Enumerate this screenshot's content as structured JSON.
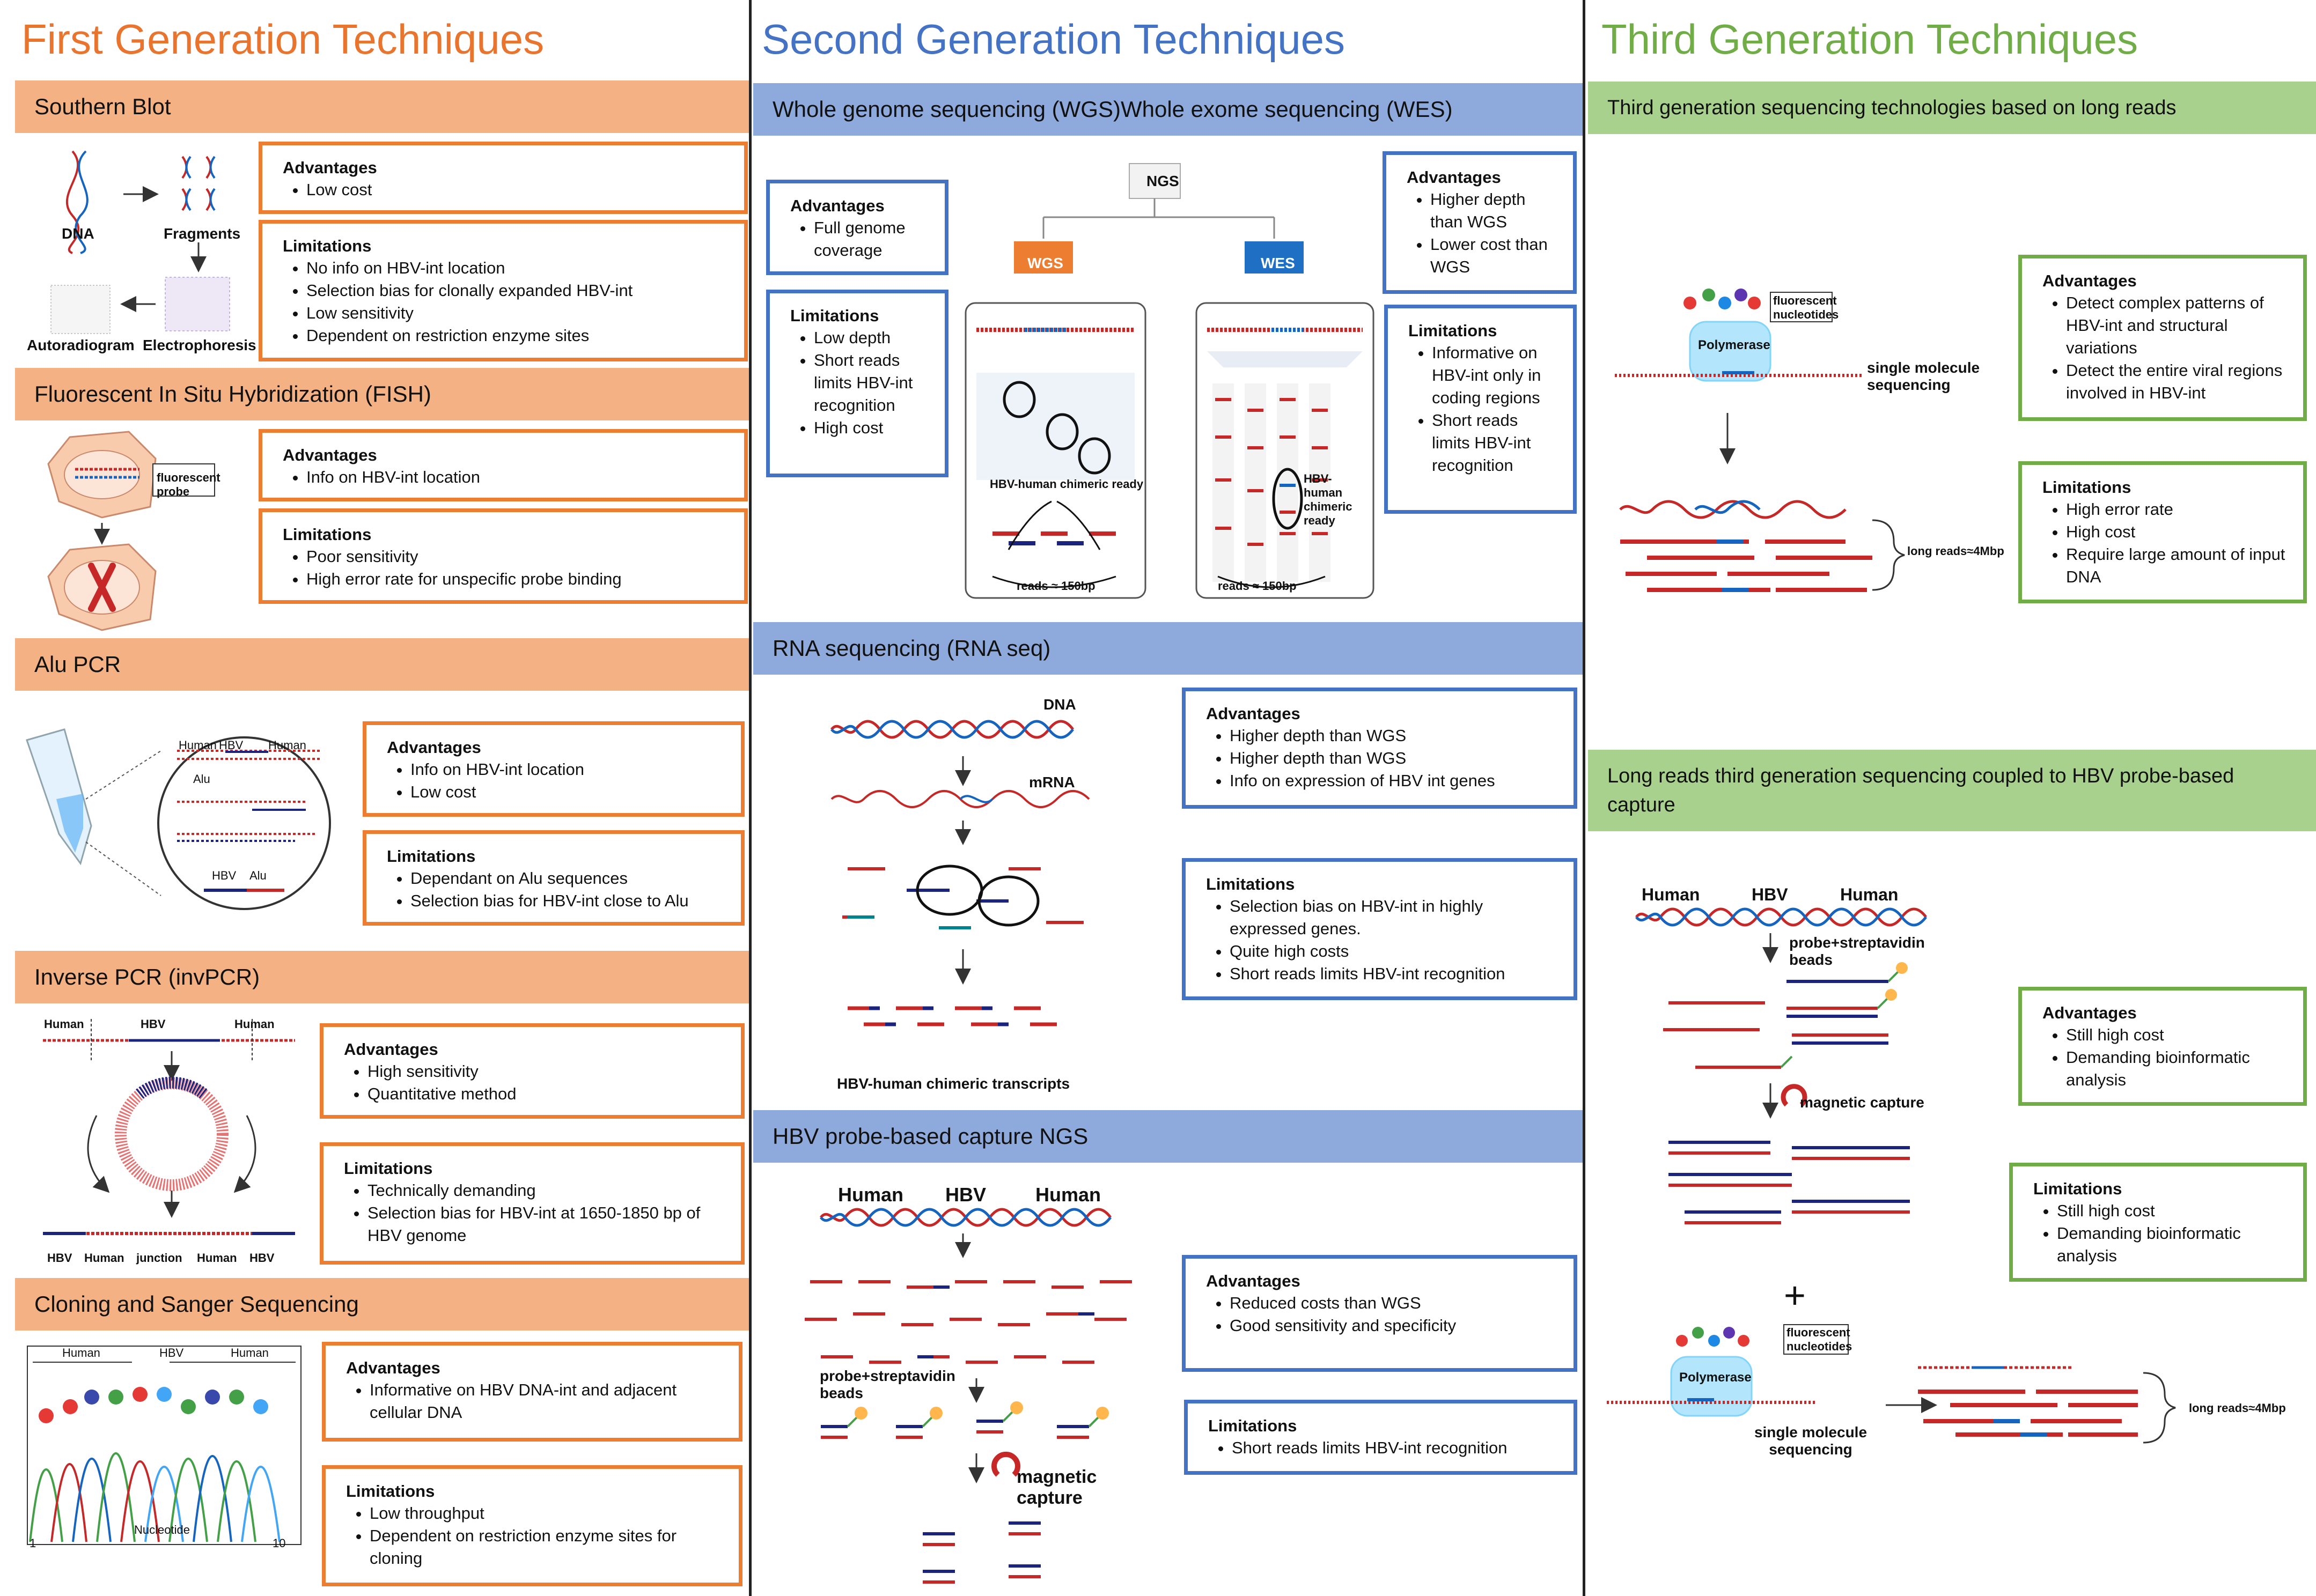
{
  "columns": {
    "first": {
      "title": "First Generation Techniques",
      "color": "#e8742e"
    },
    "second": {
      "title": "Second Generation Techniques",
      "color": "#4472c4"
    },
    "third": {
      "title": "Third Generation Techniques",
      "color": "#70ad47"
    }
  },
  "first": {
    "southern": {
      "title": "Southern Blot",
      "adv_title": "Advantages",
      "adv": [
        "Low cost"
      ],
      "lim_title": "Limitations",
      "lim": [
        "No info on HBV-int location",
        "Selection bias for clonally expanded HBV-int",
        "Low sensitivity",
        "Dependent on restriction enzyme sites"
      ],
      "labels": {
        "dna": "DNA",
        "fragments": "Fragments",
        "autoradiogram": "Autoradiogram",
        "electrophoresis": "Electrophoresis"
      }
    },
    "fish": {
      "title": "Fluorescent In Situ Hybridization (FISH)",
      "adv_title": "Advantages",
      "adv": [
        "Info on HBV-int location"
      ],
      "lim_title": "Limitations",
      "lim": [
        "Poor sensitivity",
        "High error rate for unspecific probe binding"
      ],
      "labels": {
        "probe": "fluorescent probe"
      }
    },
    "alu": {
      "title": "Alu PCR",
      "adv_title": "Advantages",
      "adv": [
        "Info on HBV-int location",
        "Low cost"
      ],
      "lim_title": "Limitations",
      "lim": [
        "Dependant on Alu sequences",
        "Selection bias for HBV-int close to Alu"
      ],
      "labels": {
        "human1": "Human",
        "hbv": "HBV",
        "human2": "Human",
        "alu": "Alu",
        "hbv2": "HBV",
        "alu2": "Alu"
      }
    },
    "inv": {
      "title": "Inverse PCR (invPCR)",
      "adv_title": "Advantages",
      "adv": [
        "High sensitivity",
        "Quantitative method"
      ],
      "lim_title": "Limitations",
      "lim": [
        "Technically demanding",
        "Selection bias for HBV-int at 1650-1850 bp of HBV genome"
      ],
      "labels": {
        "human1": "Human",
        "hbv": "HBV",
        "human2": "Human",
        "b1": "HBV",
        "b2": "Human",
        "b3": "junction",
        "b4": "Human",
        "b5": "HBV"
      }
    },
    "sanger": {
      "title": "Cloning and Sanger Sequencing",
      "adv_title": "Advantages",
      "adv": [
        "Informative on HBV DNA-int and adjacent cellular DNA"
      ],
      "lim_title": "Limitations",
      "lim": [
        "Low throughput",
        "Dependent on restriction enzyme sites for cloning"
      ],
      "labels": {
        "human1": "Human",
        "hbv": "HBV",
        "human2": "Human",
        "xlabel": "Nucleotide",
        "x0": "1",
        "x1": "10"
      }
    }
  },
  "second": {
    "wgs": {
      "title": "Whole genome sequencing (WGS)Whole exome sequencing (WES)",
      "adv_left_title": "Advantages",
      "adv_left": [
        "Full genome coverage"
      ],
      "lim_left_title": "Limitations",
      "lim_left": [
        "Low depth",
        "Short reads limits HBV-int recognition",
        "High cost"
      ],
      "adv_right_title": "Advantages",
      "adv_right": [
        "Higher depth than WGS",
        "Lower cost than WGS"
      ],
      "lim_right_title": "Limitations",
      "lim_right": [
        "Informative on HBV-int only in coding regions",
        "Short reads limits HBV-int recognition"
      ],
      "labels": {
        "ngs": "NGS",
        "wgs": "WGS",
        "wes": "WES",
        "chim1": "HBV-human chimeric ready",
        "chim2": "HBV-human chimeric ready",
        "reads1": "reads ≈ 150bp",
        "reads2": "reads ≈ 150bp"
      }
    },
    "rna": {
      "title": "RNA sequencing (RNA seq)",
      "adv_title": "Advantages",
      "adv": [
        "Higher depth than WGS",
        "Higher depth than WGS",
        "Info on expression of HBV int genes"
      ],
      "lim_title": "Limitations",
      "lim": [
        "Selection bias on HBV-int in highly expressed genes.",
        "Quite high costs",
        "Short reads limits HBV-int recognition"
      ],
      "labels": {
        "dna": "DNA",
        "mrna": "mRNA",
        "chim": "HBV-human chimeric transcripts"
      }
    },
    "probe": {
      "title": "HBV probe-based capture NGS",
      "adv_title": "Advantages",
      "adv": [
        "Reduced costs than WGS",
        "Good sensitivity and specificity"
      ],
      "lim_title": "Limitations",
      "lim": [
        "Short reads limits HBV-int recognition"
      ],
      "labels": {
        "human1": "Human",
        "hbv": "HBV",
        "human2": "Human",
        "beads": "probe+streptavidin beads",
        "mag": "magnetic capture"
      }
    }
  },
  "third": {
    "long": {
      "title": "Third generation sequencing technologies based on long reads",
      "adv_title": "Advantages",
      "adv": [
        "Detect complex patterns of HBV-int and structural variations",
        "Detect the entire viral regions involved in HBV-int"
      ],
      "lim_title": "Limitations",
      "lim": [
        "High error rate",
        "High cost",
        "Require large amount of input DNA"
      ],
      "labels": {
        "fluor": "fluorescent nucleotides",
        "poly": "Polymerase",
        "smol": "single molecule sequencing",
        "reads": "long reads≈4Mbp"
      }
    },
    "capture": {
      "title": "Long reads third generation sequencing coupled to HBV probe-based capture",
      "adv_title": "Advantages",
      "adv": [
        "Still high cost",
        "Demanding bioinformatic analysis"
      ],
      "lim_title": "Limitations",
      "lim": [
        "Still high cost",
        "Demanding bioinformatic analysis"
      ],
      "labels": {
        "human1": "Human",
        "hbv": "HBV",
        "human2": "Human",
        "beads": "probe+streptavidin beads",
        "mag": "magnetic capture",
        "plus": "+",
        "fluor": "fluorescent nucleotides",
        "poly": "Polymerase",
        "smol": "single molecule sequencing",
        "reads": "long reads≈4Mbp"
      }
    }
  }
}
